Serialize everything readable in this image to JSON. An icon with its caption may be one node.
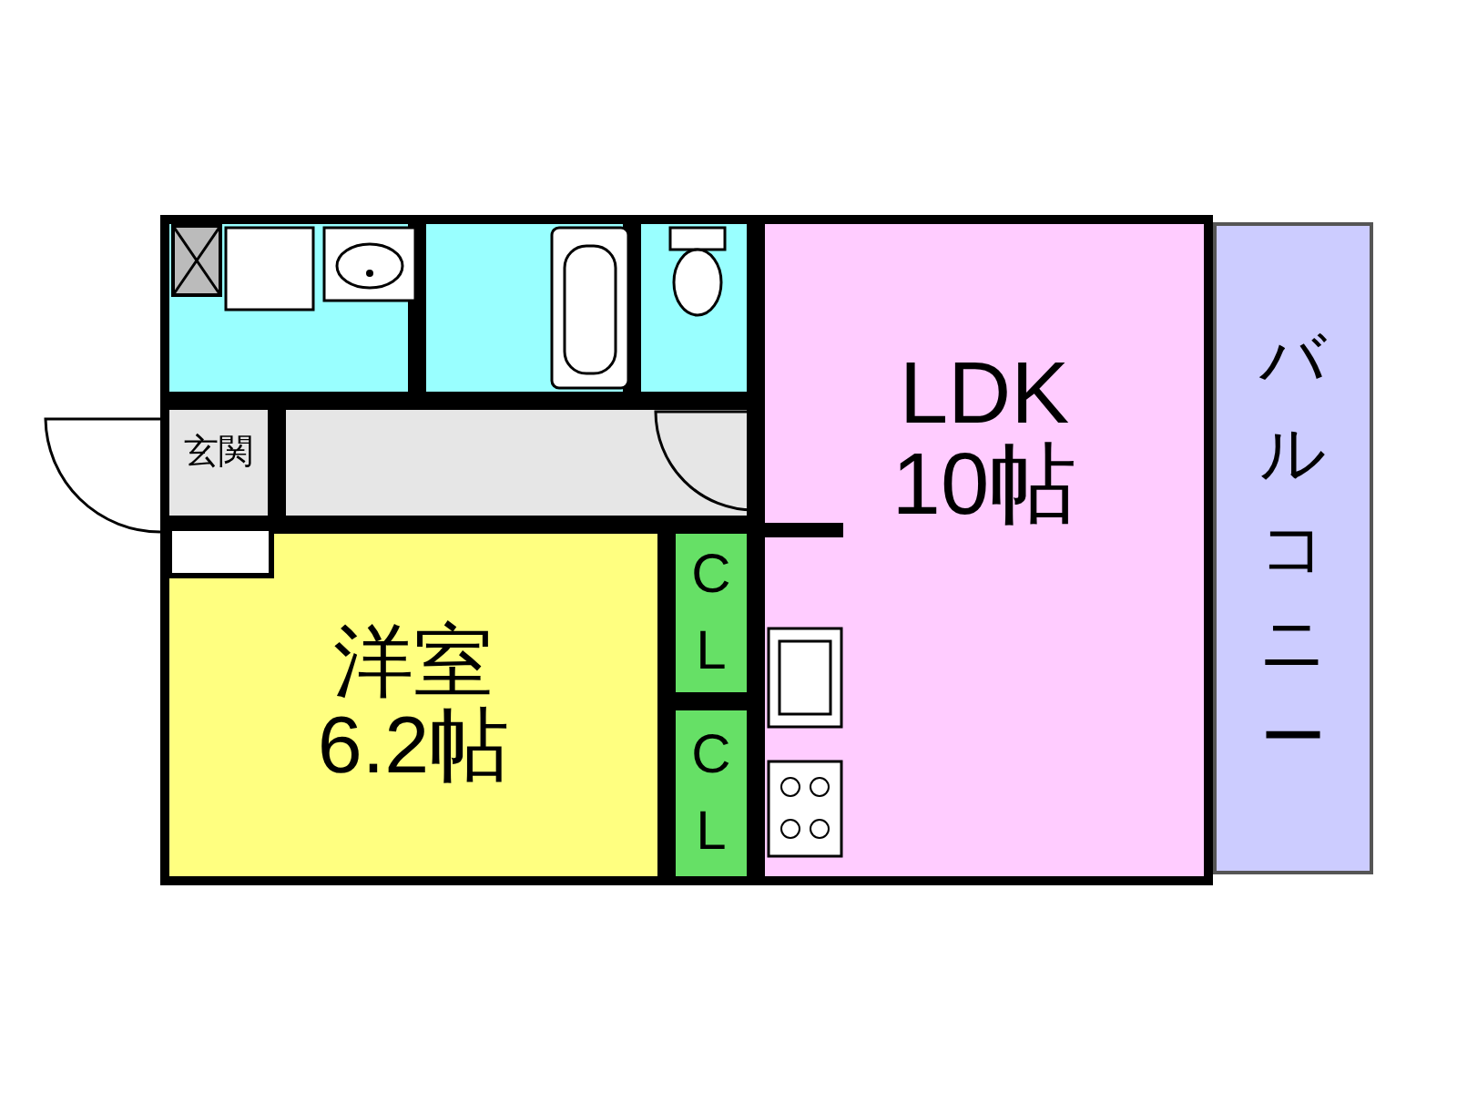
{
  "diagram": {
    "nodes": [
      {
        "text": [],
        "shape": "box"
      },
      {
        "text": [],
        "shape": "box"
      },
      {
        "text": [],
        "shape": "box"
      },
      {
        "text": [],
        "shape": "box"
      },
      {
        "text": [
          "玄関"
        ]
      },
      {
        "text": [
          "洋室",
          "6.2帖"
        ]
      },
      {
        "text": [
          "CL"
        ]
      },
      {
        "text": [
          "CL"
        ]
      },
      {
        "text": [
          "LDK",
          "10帖"
        ]
      },
      {
        "text": [
          "バルコニー"
        ]
      }
    ],
    "edges": []
  }
}
